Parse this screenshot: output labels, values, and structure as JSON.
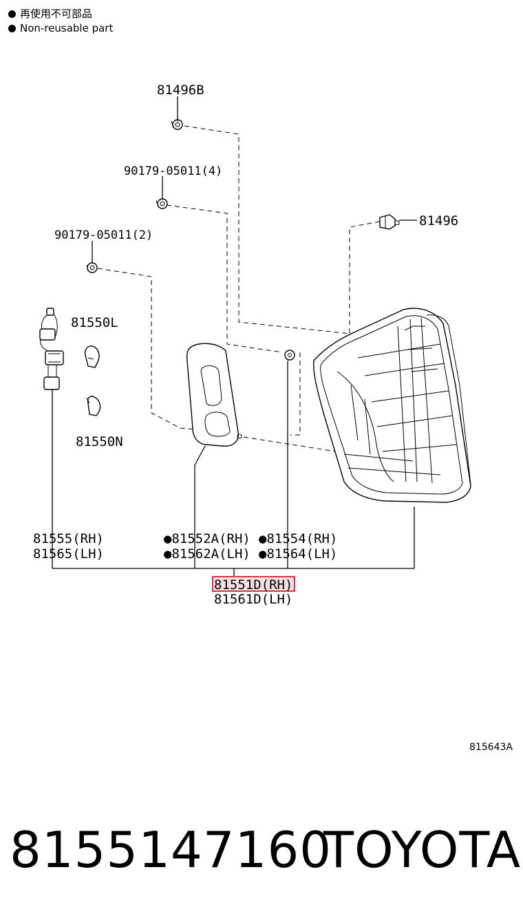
{
  "legend": {
    "japanese": "再使用不可部品",
    "english": "Non-reusable part"
  },
  "callouts": {
    "c81496b": "81496B",
    "c90179_4": "90179-05011(4)",
    "c90179_2": "90179-05011(2)",
    "c81496": "81496",
    "c81550l": "81550L",
    "c81550n": "81550N",
    "c81555": "81555(RH)",
    "c81565": "81565(LH)",
    "c81552a": "●81552A(RH)",
    "c81562a": "●81562A(LH)",
    "c81554": "●81554(RH)",
    "c81564": "●81564(LH)",
    "c81551d": "81551D(RH)",
    "c81561d": "81561D(LH)"
  },
  "highlight_color": "#d9343f",
  "figure_code": "815643A",
  "footer": {
    "part_number": "8155147160",
    "brand": "TOYOTA"
  }
}
